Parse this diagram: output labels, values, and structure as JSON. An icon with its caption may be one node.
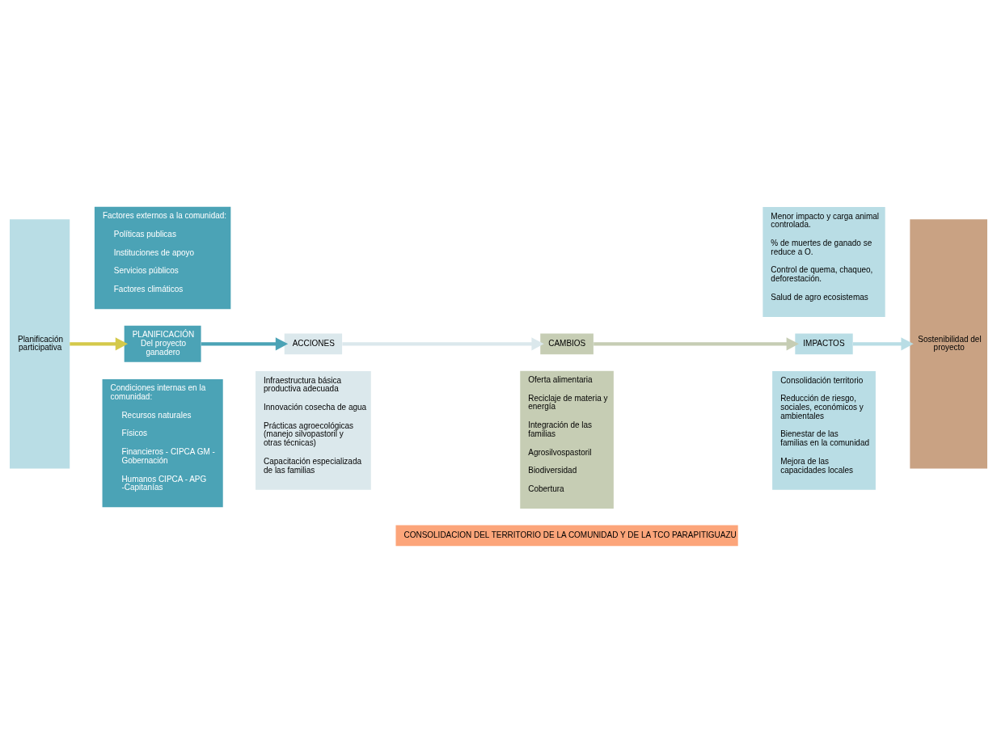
{
  "diagram": {
    "nodes": [
      {
        "text": [
          "Planificación participativa"
        ]
      },
      {
        "text": [
          "Factores externos a la comunidad:",
          "Políticas publicas",
          "Instituciones de apoyo",
          "Servicios públicos",
          "Factores climáticos"
        ]
      },
      {
        "text": [
          "PLANIFICACIÓN Del proyecto ganadero"
        ]
      },
      {
        "text": [
          "ACCIONES"
        ]
      },
      {
        "text": [
          "CAMBIOS"
        ]
      },
      {
        "text": [
          "IMPACTOS"
        ]
      },
      {
        "text": [
          "Sostenibilidad del proyecto"
        ]
      },
      {
        "text": [
          "Menor impacto y carga animal controlada.",
          "% de muertes de ganado se reduce a O.",
          "Control de quema, chaqueo, deforestación.",
          "Salud de agro ecosistemas"
        ]
      },
      {
        "text": [
          "Condiciones internas en la comunidad:",
          "Recursos naturales",
          "Físicos",
          "Financieros - CIPCA GM - Gobernación",
          "Humanos CIPCA - APG -Capitanías"
        ]
      },
      {
        "text": [
          "Infraestructura básica productiva adecuada",
          "Innovación cosecha de agua",
          "Prácticas agroecológicas (manejo silvopastoril y otras técnicas)",
          "Capacitación especializada de las familias"
        ]
      },
      {
        "text": [
          "Oferta alimentaria",
          "Reciclaje de materia y energía",
          "Integración de las familias",
          "Agrosilvospastoril",
          "Biodiversidad",
          "Cobertura"
        ]
      },
      {
        "text": [
          "Consolidación territorio",
          "Reducción de riesgo, sociales, económicos y ambientales",
          "Bienestar de las familias en la comunidad",
          "Mejora de las capacidades locales"
        ]
      },
      {
        "text": [
          "CONSOLIDACION DEL TERRITORIO DE LA COMUNIDAD Y DE LA TCO PARAPITIGUAZU"
        ]
      }
    ],
    "edges": [
      {
        "from": 0,
        "to": 2,
        "arrow": "to",
        "color": "#d4c94a"
      },
      {
        "from": 2,
        "to": 3,
        "arrow": "to",
        "color": "#4ba3b6"
      },
      {
        "from": 3,
        "to": 4,
        "arrow": "to",
        "color": "#dbe8ec"
      },
      {
        "from": 4,
        "to": 5,
        "arrow": "to",
        "color": "#c6cdb4"
      },
      {
        "from": 5,
        "to": 6,
        "arrow": "to",
        "color": "#b9dde5"
      }
    ]
  }
}
